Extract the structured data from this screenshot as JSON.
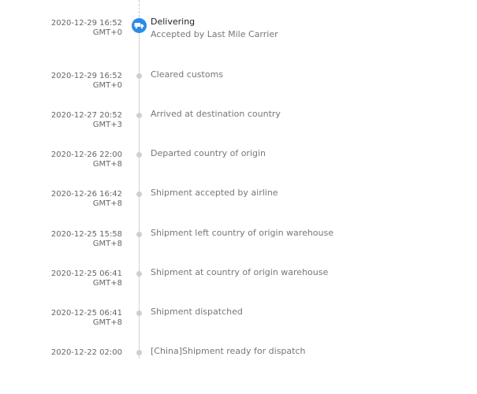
{
  "events": [
    {
      "date": "2020-12-29 16:52",
      "tz": "GMT+0",
      "status": "Delivering",
      "desc": "Accepted by Last Mile Carrier",
      "icon": "truck-icon",
      "accent": "#2a8ce8"
    },
    {
      "date": "2020-12-29 16:52",
      "tz": "GMT+0",
      "desc": "Cleared customs"
    },
    {
      "date": "2020-12-27 20:52",
      "tz": "GMT+3",
      "desc": "Arrived at destination country"
    },
    {
      "date": "2020-12-26 22:00",
      "tz": "GMT+8",
      "desc": "Departed country of origin"
    },
    {
      "date": "2020-12-26 16:42",
      "tz": "GMT+8",
      "desc": "Shipment accepted by airline"
    },
    {
      "date": "2020-12-25 15:58",
      "tz": "GMT+8",
      "desc": "Shipment left country of origin warehouse"
    },
    {
      "date": "2020-12-25 06:41",
      "tz": "GMT+8",
      "desc": "Shipment at country of origin warehouse"
    },
    {
      "date": "2020-12-25 06:41",
      "tz": "GMT+8",
      "desc": "Shipment dispatched"
    },
    {
      "date": "2020-12-22 02:00",
      "tz": "",
      "desc": "[China]Shipment ready for dispatch"
    }
  ]
}
